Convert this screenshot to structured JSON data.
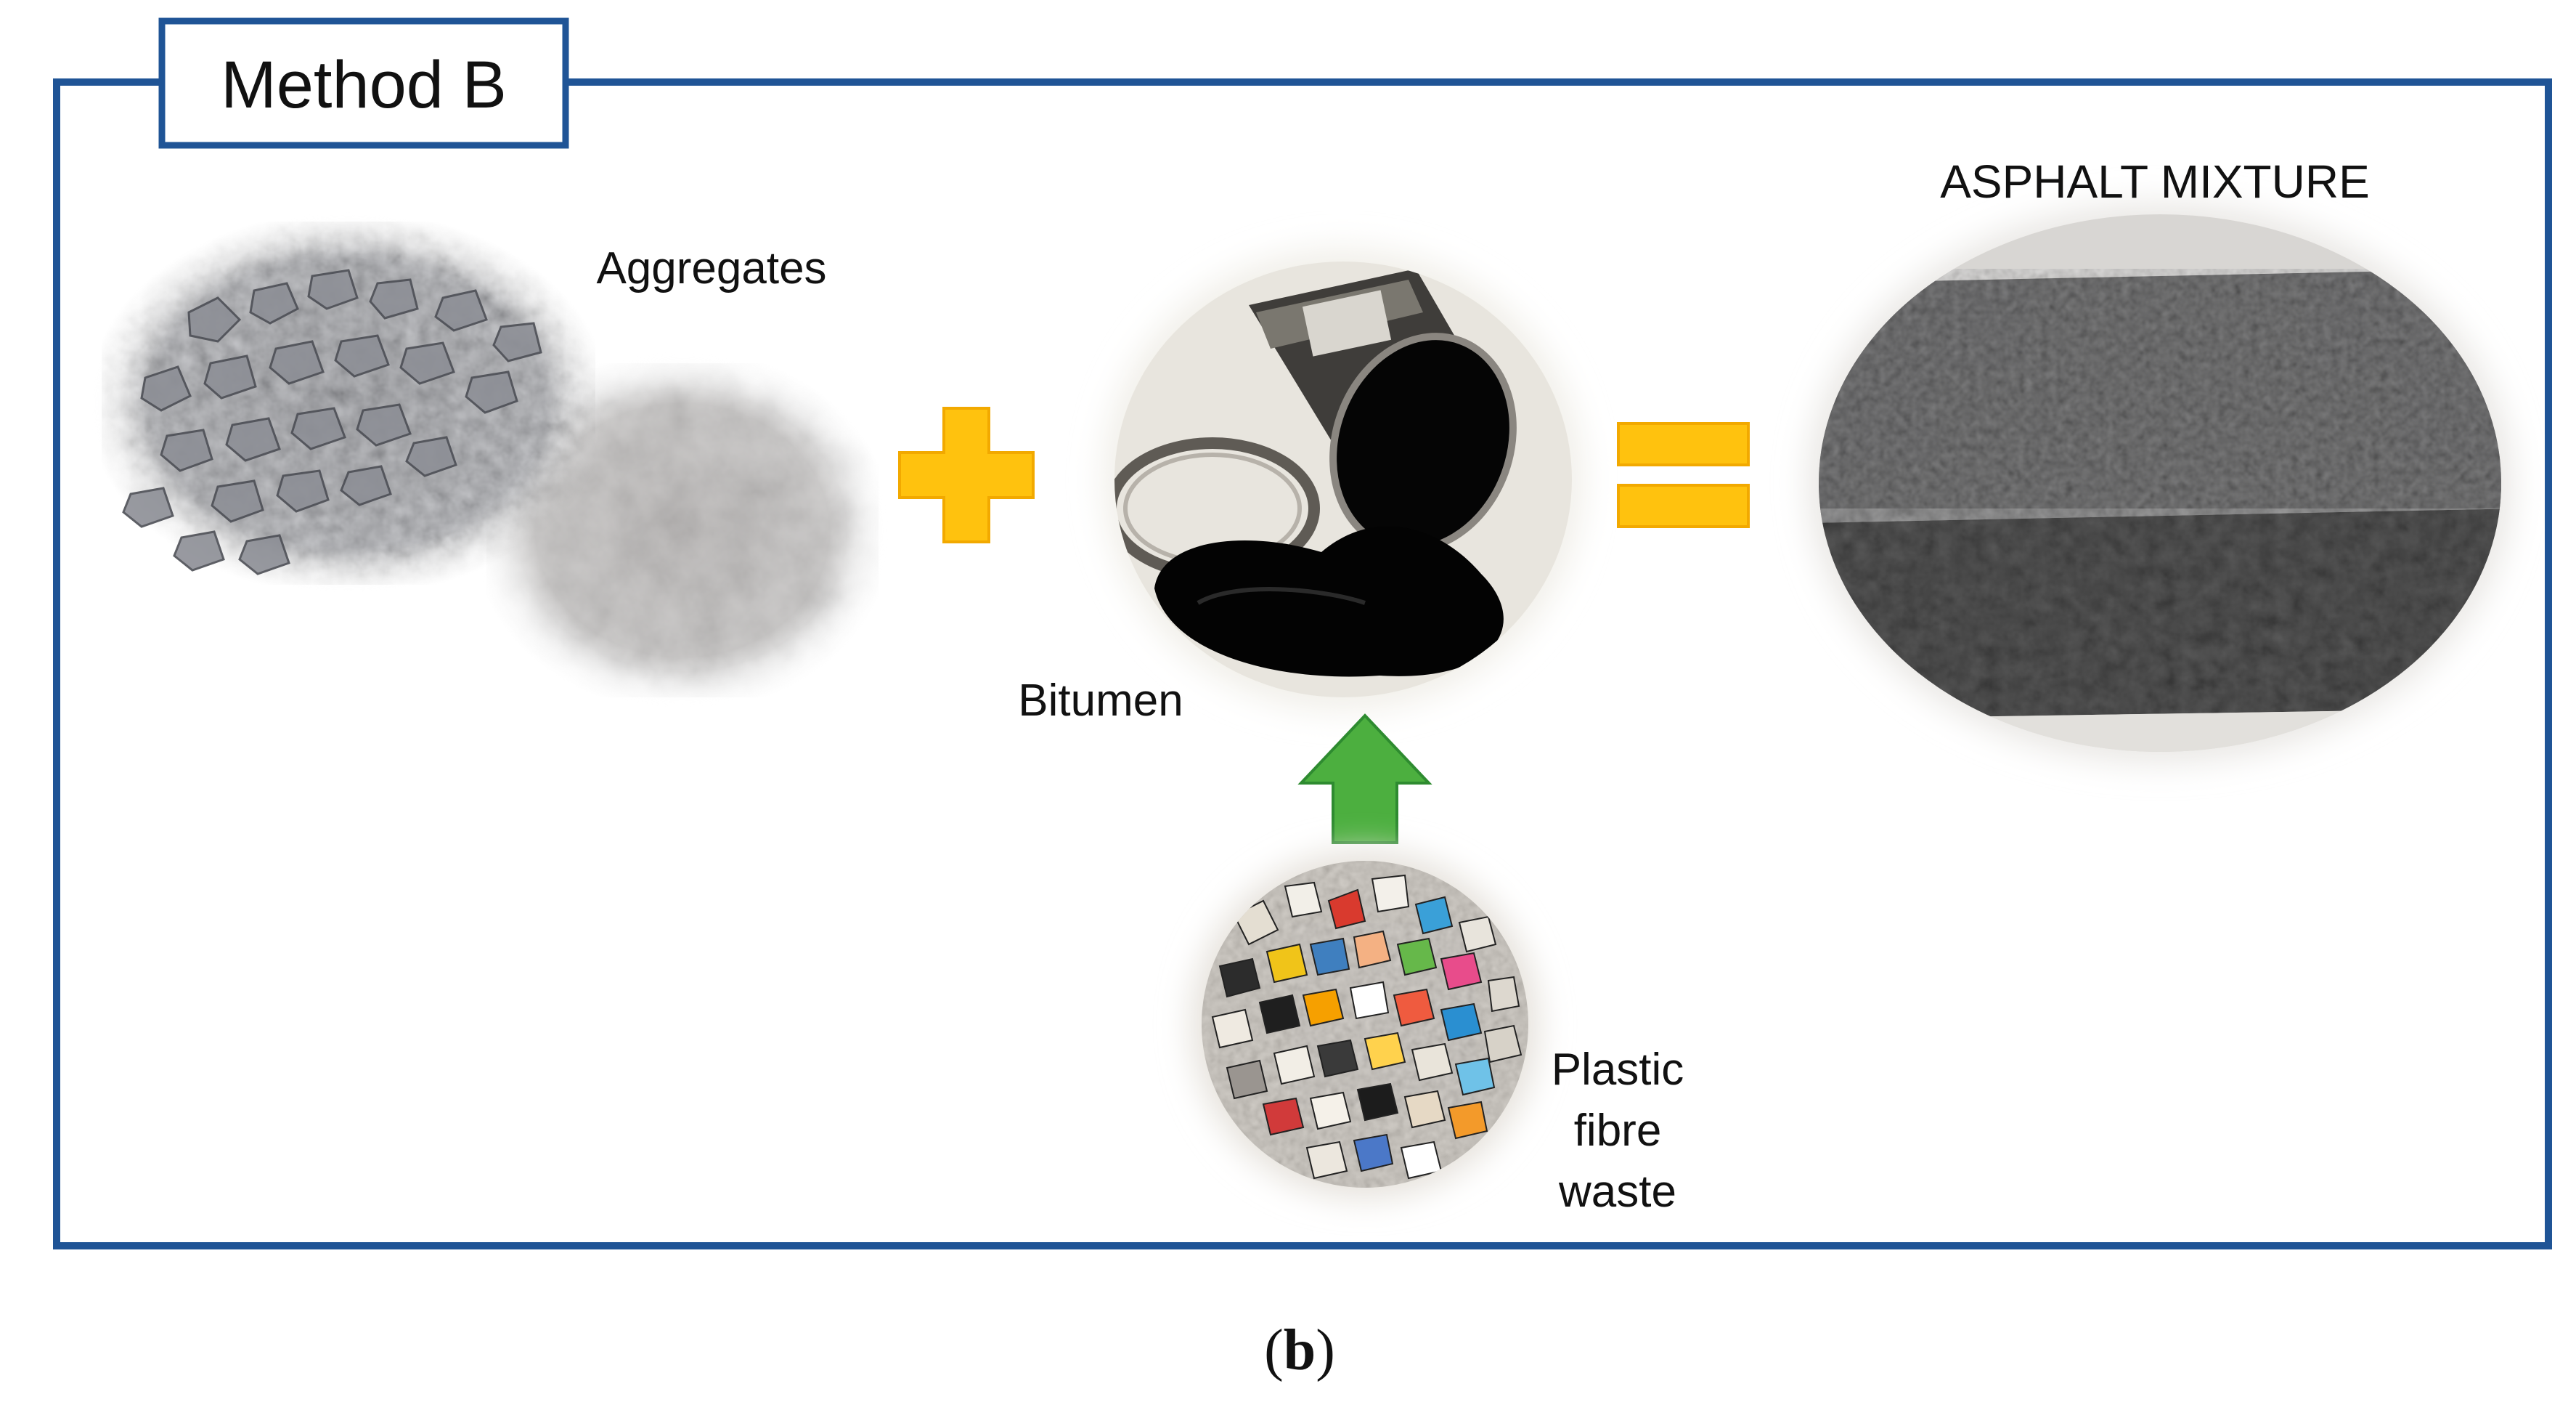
{
  "panel": {
    "title": "Method B",
    "border_color": "#1F5496"
  },
  "items": {
    "aggregates": {
      "label": "Aggregates"
    },
    "bitumen": {
      "label": "Bitumen"
    },
    "plastic": {
      "label_lines": [
        "Plastic",
        "fibre",
        "waste"
      ]
    },
    "mixture": {
      "label": "ASPHALT MIXTURE"
    }
  },
  "operators": {
    "plus_color": "#FFC20E",
    "equals_color": "#FFC20E",
    "arrow_color": "#4CAF3F"
  },
  "caption": {
    "open": "(",
    "letter": "b",
    "close": ")"
  }
}
